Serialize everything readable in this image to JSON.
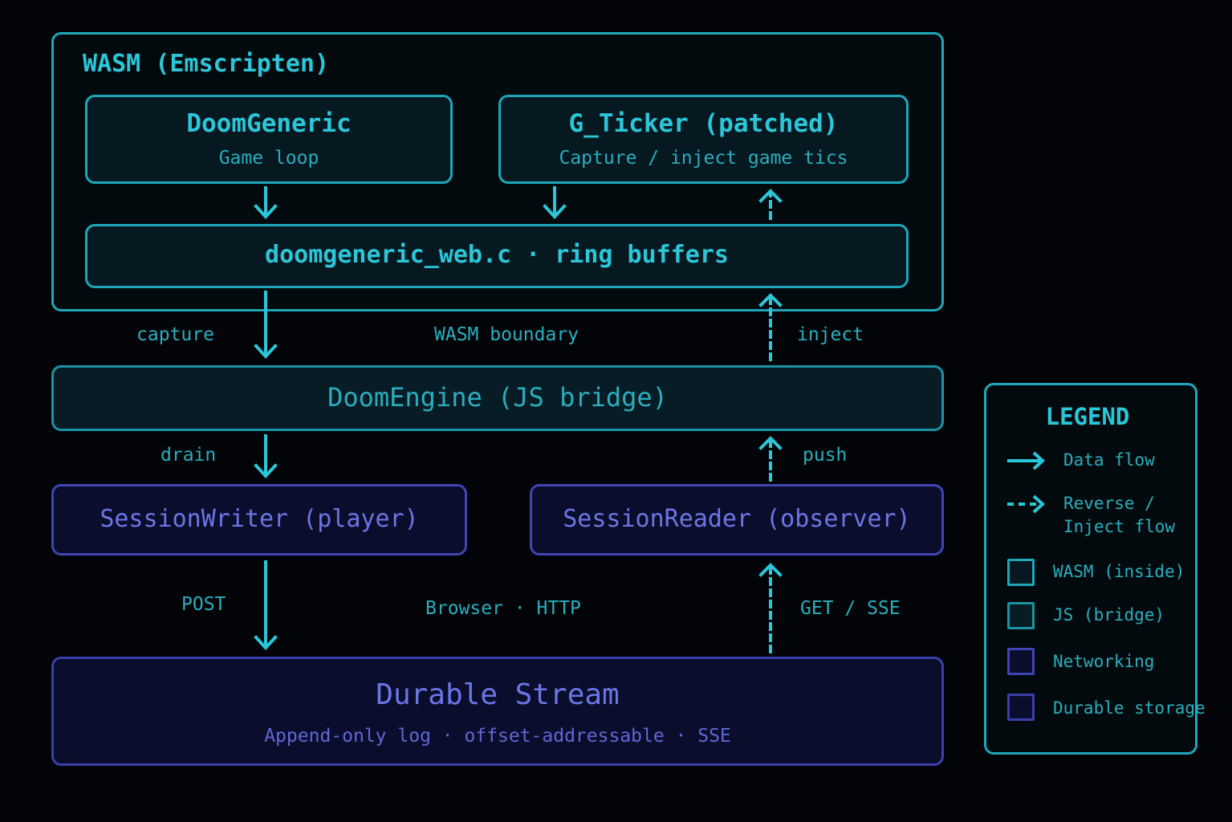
{
  "wasm_group": {
    "title": "WASM (Emscripten)",
    "doomgeneric": {
      "title": "DoomGeneric",
      "subtitle": "Game loop"
    },
    "g_ticker": {
      "title": "G_Ticker (patched)",
      "subtitle": "Capture / inject game tics"
    },
    "ring_buffers": {
      "title": "doomgeneric_web.c · ring buffers"
    }
  },
  "labels": {
    "capture": "capture",
    "wasm_boundary": "WASM boundary",
    "inject": "inject",
    "drain": "drain",
    "push": "push",
    "post": "POST",
    "browser_http": "Browser · HTTP",
    "get_sse": "GET / SSE"
  },
  "doom_engine": {
    "title": "DoomEngine (JS bridge)"
  },
  "session_writer": {
    "title": "SessionWriter (player)"
  },
  "session_reader": {
    "title": "SessionReader (observer)"
  },
  "durable_stream": {
    "title": "Durable Stream",
    "subtitle": "Append-only log · offset-addressable · SSE"
  },
  "legend": {
    "title": "LEGEND",
    "data_flow": "Data flow",
    "reverse_line1": "Reverse /",
    "reverse_line2": "Inject flow",
    "wasm_inside": "WASM (inside)",
    "js_bridge": "JS (bridge)",
    "networking": "Networking",
    "durable_storage": "Durable storage"
  },
  "colors": {
    "cyan": "#2bc6d8",
    "purple": "#6b76e6",
    "background": "#020407"
  }
}
